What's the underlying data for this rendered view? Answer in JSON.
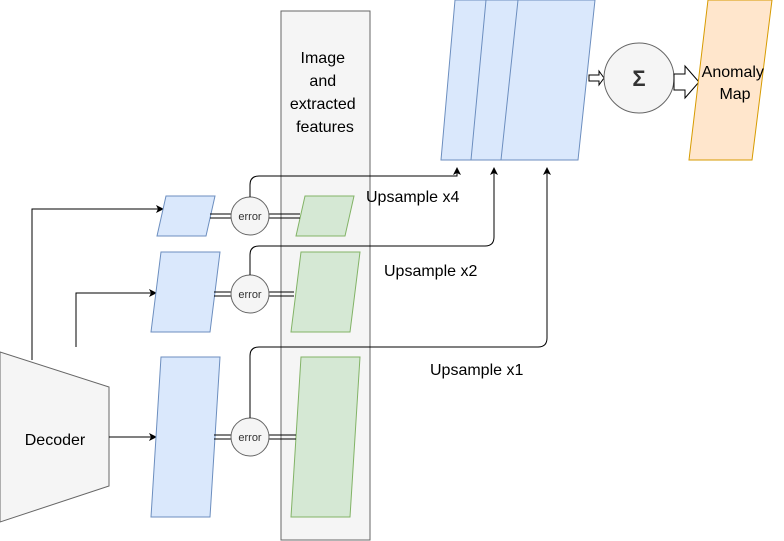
{
  "labels": {
    "column": [
      "Image",
      "and",
      "extracted",
      "features"
    ],
    "decoder": "Decoder",
    "error": "error",
    "upsample_x4": "Upsample x4",
    "upsample_x2": "Upsample x2",
    "upsample_x1": "Upsample x1",
    "sum_symbol": "Σ",
    "anomaly_map": [
      "Anomaly",
      "Map"
    ]
  },
  "colors": {
    "decoder_feature_fill": "#dae8fc",
    "decoder_feature_stroke": "#6c8ebf",
    "extracted_feature_fill": "#d5e8d4",
    "extracted_feature_stroke": "#82b366",
    "anomaly_map_fill": "#ffe6cc",
    "anomaly_map_stroke": "#d79b00",
    "column_fill": "#f5f5f5",
    "column_stroke": "#666666",
    "node_fill": "#f5f5f5"
  }
}
